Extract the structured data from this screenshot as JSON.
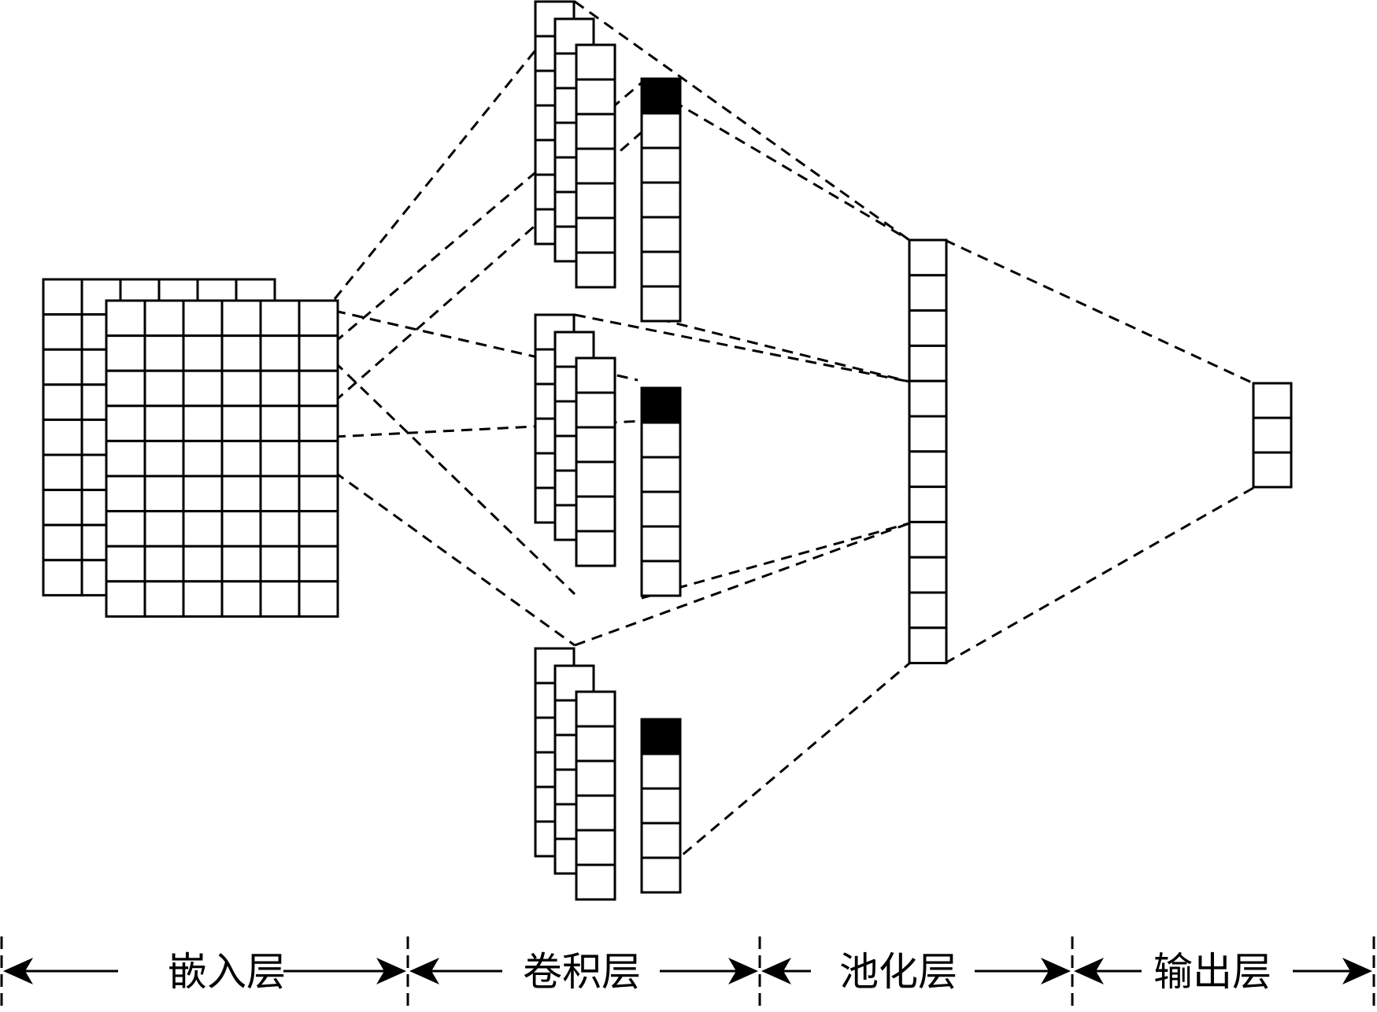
{
  "diagram": {
    "stages": [
      {
        "label": "嵌入层"
      },
      {
        "label": "卷积层"
      },
      {
        "label": "池化层"
      },
      {
        "label": "输出层"
      }
    ],
    "colors": {
      "stroke": "#000000",
      "fill": "#ffffff",
      "highlight": "#000000"
    }
  }
}
